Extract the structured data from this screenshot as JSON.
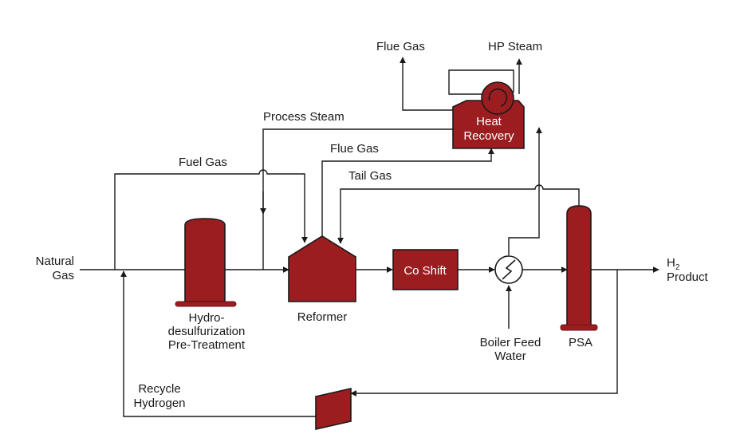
{
  "streams": {
    "natural_gas": [
      "Natural",
      "Gas"
    ],
    "fuel_gas": "Fuel Gas",
    "process_steam": "Process Steam",
    "flue_gas_reformer": "Flue Gas",
    "tail_gas": "Tail Gas",
    "flue_gas_stack": "Flue Gas",
    "hp_steam": "HP Steam",
    "boiler_feed_water": [
      "Boiler Feed",
      "Water"
    ],
    "h2_product": {
      "h": "H",
      "sub": "2",
      "line2": "Product"
    },
    "recycle_hydrogen": [
      "Recycle",
      "Hydrogen"
    ]
  },
  "units": {
    "hds": [
      "Hydro-",
      "desulfurization",
      "Pre-Treatment"
    ],
    "reformer": "Reformer",
    "co_shift": "Co Shift",
    "psa": "PSA",
    "heat_recovery": [
      "Heat",
      "Recovery"
    ]
  },
  "colors": {
    "equipment": "#9b1d20",
    "line": "#1a1a1a",
    "equipment_text": "#ffffff"
  }
}
